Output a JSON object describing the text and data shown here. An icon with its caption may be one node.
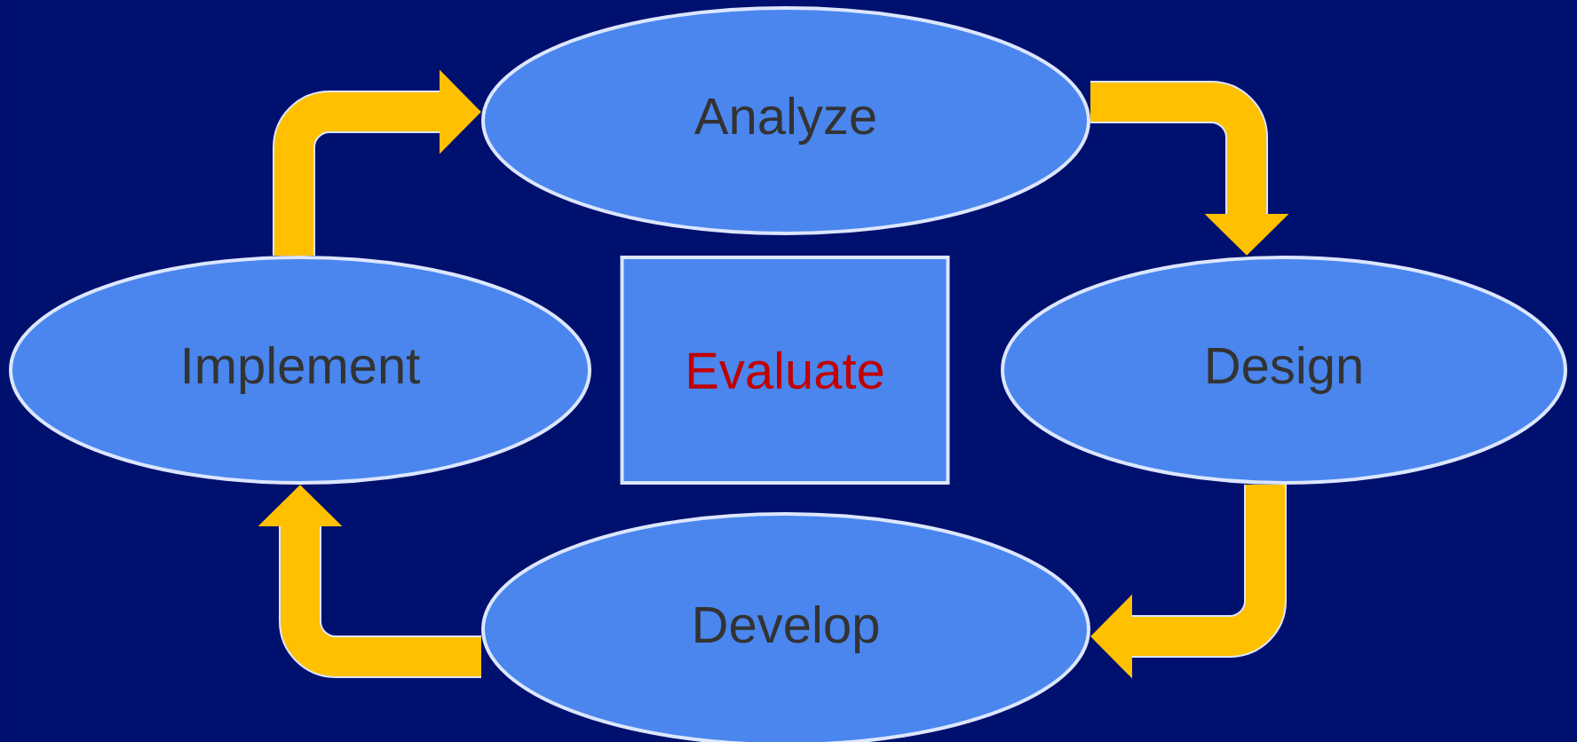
{
  "diagram": {
    "nodes": [
      {
        "text": [
          "Analyze"
        ]
      },
      {
        "text": [
          "Implement"
        ]
      },
      {
        "text": [
          "Evaluate"
        ]
      },
      {
        "text": [
          "Design"
        ]
      },
      {
        "text": [
          "Develop"
        ]
      }
    ],
    "edges": [
      {
        "from": 1,
        "to": 0,
        "arrow": "to"
      },
      {
        "from": 0,
        "to": 3,
        "arrow": "to"
      },
      {
        "from": 3,
        "to": 4,
        "arrow": "to"
      },
      {
        "from": 4,
        "to": 1,
        "arrow": "to"
      }
    ]
  }
}
